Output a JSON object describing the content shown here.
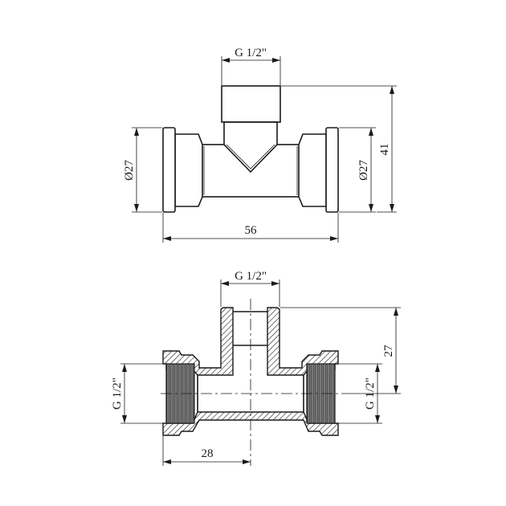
{
  "top_view": {
    "branch_thread": "G 1/2\"",
    "left_diameter": "Ø27",
    "right_diameter": "Ø27",
    "height": "41",
    "length": "56"
  },
  "section_view": {
    "branch_thread": "G 1/2\"",
    "left_thread": "G 1/2\"",
    "right_thread": "G 1/2\"",
    "branch_height": "27",
    "half_length": "28"
  }
}
